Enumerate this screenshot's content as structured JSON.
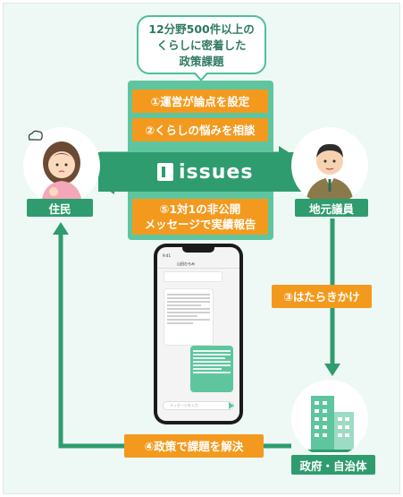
{
  "callout": {
    "line1": "12分野500件以上の",
    "line2": "くらしに密着した",
    "line3": "政策課題"
  },
  "steps": {
    "s1": "①運営が論点を設定",
    "s2": "②くらしの悩みを相談",
    "s3": "③はたらきかけ",
    "s4": "④政策で課題を解決",
    "s5_line1": "⑤1対1の非公開",
    "s5_line2": "メッセージで実績報告"
  },
  "logo": {
    "text": "issues"
  },
  "actors": {
    "resident": "住民",
    "legislator": "地元議員",
    "government": "政府・自治体"
  },
  "phone": {
    "time": "9:41",
    "contact": "山田ひろみ",
    "placeholder": "メッセージを入力"
  },
  "colors": {
    "primary_green": "#2e9c6f",
    "light_green": "#5fc59f",
    "orange": "#f39a1e",
    "background": "#eef8f4"
  }
}
